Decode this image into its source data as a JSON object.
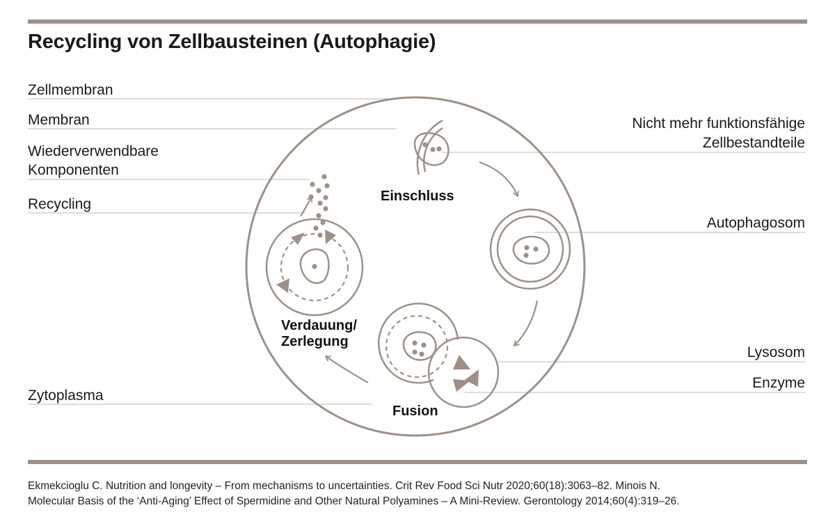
{
  "title": "Recycling von Zellbausteinen (Autophagie)",
  "labels": {
    "zellmembran": "Zellmembran",
    "membran": "Membran",
    "wiederverwendbare_1": "Wiederverwendbare",
    "wiederverwendbare_2": "Komponenten",
    "recycling": "Recycling",
    "zytoplasma": "Zytoplasma",
    "nicht_mehr_1": "Nicht mehr funktionsfähige",
    "nicht_mehr_2": "Zellbestandteile",
    "autophagosom": "Autophagosom",
    "lysosom": "Lysosom",
    "enzyme": "Enzyme"
  },
  "stages": {
    "einschluss": "Einschluss",
    "fusion": "Fusion",
    "verdauung_1": "Verdauung/",
    "verdauung_2": "Zerlegung"
  },
  "references": [
    "Ekmekcioglu C. Nutrition and longevity – From mechanisms to uncertainties. Crit Rev Food Sci Nutr 2020;60(18):3063–82. Minois N.",
    "Molecular Basis of the ‘Anti-Aging’ Effect of Spermidine and Other Natural Polyamines – A Mini-Review. Gerontology 2014;60(4):319–26."
  ],
  "colors": {
    "accent": "#9e9087",
    "line": "#c8c8c8",
    "text": "#1a1a1a"
  }
}
